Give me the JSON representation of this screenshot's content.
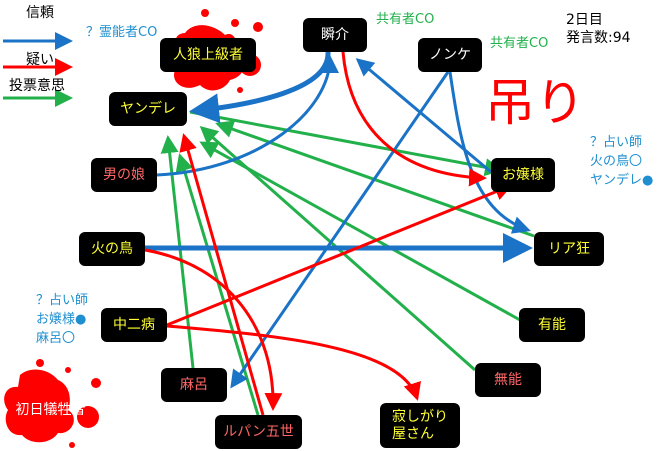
{
  "legend": [
    {
      "label": "信頼",
      "color": "#1a73c6"
    },
    {
      "label": "疑い",
      "color": "#ff0000"
    },
    {
      "label": "投票意思",
      "color": "#22b04b"
    }
  ],
  "info": {
    "day": "2日目",
    "posts": "発言数:94"
  },
  "hanged_label": "吊り",
  "nodes": {
    "jinro": "人狼上級者",
    "shunsuke": "瞬介",
    "nonke": "ノンケ",
    "yandere": "ヤンデレ",
    "otokonoko": "男の娘",
    "ojousama": "お嬢様",
    "hinotori": "火の鳥",
    "riakyo": "リア狂",
    "chuni": "中二病",
    "yuno": "有能",
    "maro": "麻呂",
    "muno": "無能",
    "shonichi": "初日犠牲者",
    "lupin": "ルパン五世",
    "sabishi1": "寂しがり",
    "sabishi2": "屋さん"
  },
  "notes": {
    "jinro_co": "？霊能者CO",
    "shunsuke_co": "共有者CO",
    "nonke_co": "共有者CO",
    "ojou_seer": [
      "？占い師",
      "火の鳥〇",
      "ヤンデレ●"
    ],
    "chuni_seer": [
      "？占い師",
      "お嬢様●",
      "麻呂〇"
    ]
  },
  "colors": {
    "trust": "#1a73c6",
    "doubt": "#ff0000",
    "vote": "#22b04b"
  }
}
